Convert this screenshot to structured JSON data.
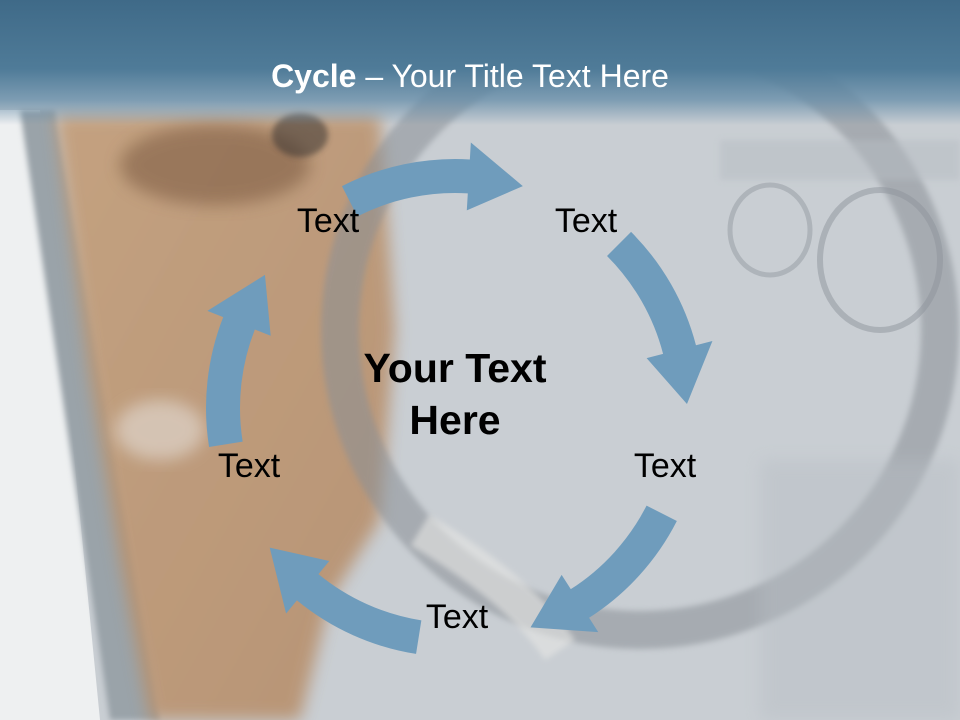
{
  "slide": {
    "title_bold": "Cycle",
    "title_rest": " – Your Title Text Here",
    "center_line1": "Your Text",
    "center_line2": "Here",
    "nodes": [
      "Text",
      "Text",
      "Text",
      "Text",
      "Text"
    ]
  },
  "colors": {
    "arrow": "#6f9cbc",
    "title_bar": "#46728f",
    "text": "#000000"
  }
}
